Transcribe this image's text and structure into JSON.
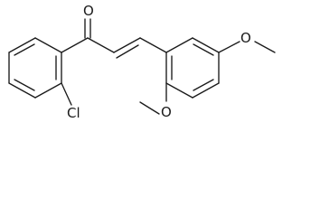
{
  "diagram": {
    "type": "chemical-structure",
    "atoms": {
      "carbonyl_oxygen": "O",
      "chlorine": "Cl",
      "methoxy_oxygen_right": "O",
      "methoxy_oxygen_bottom": "O"
    }
  }
}
